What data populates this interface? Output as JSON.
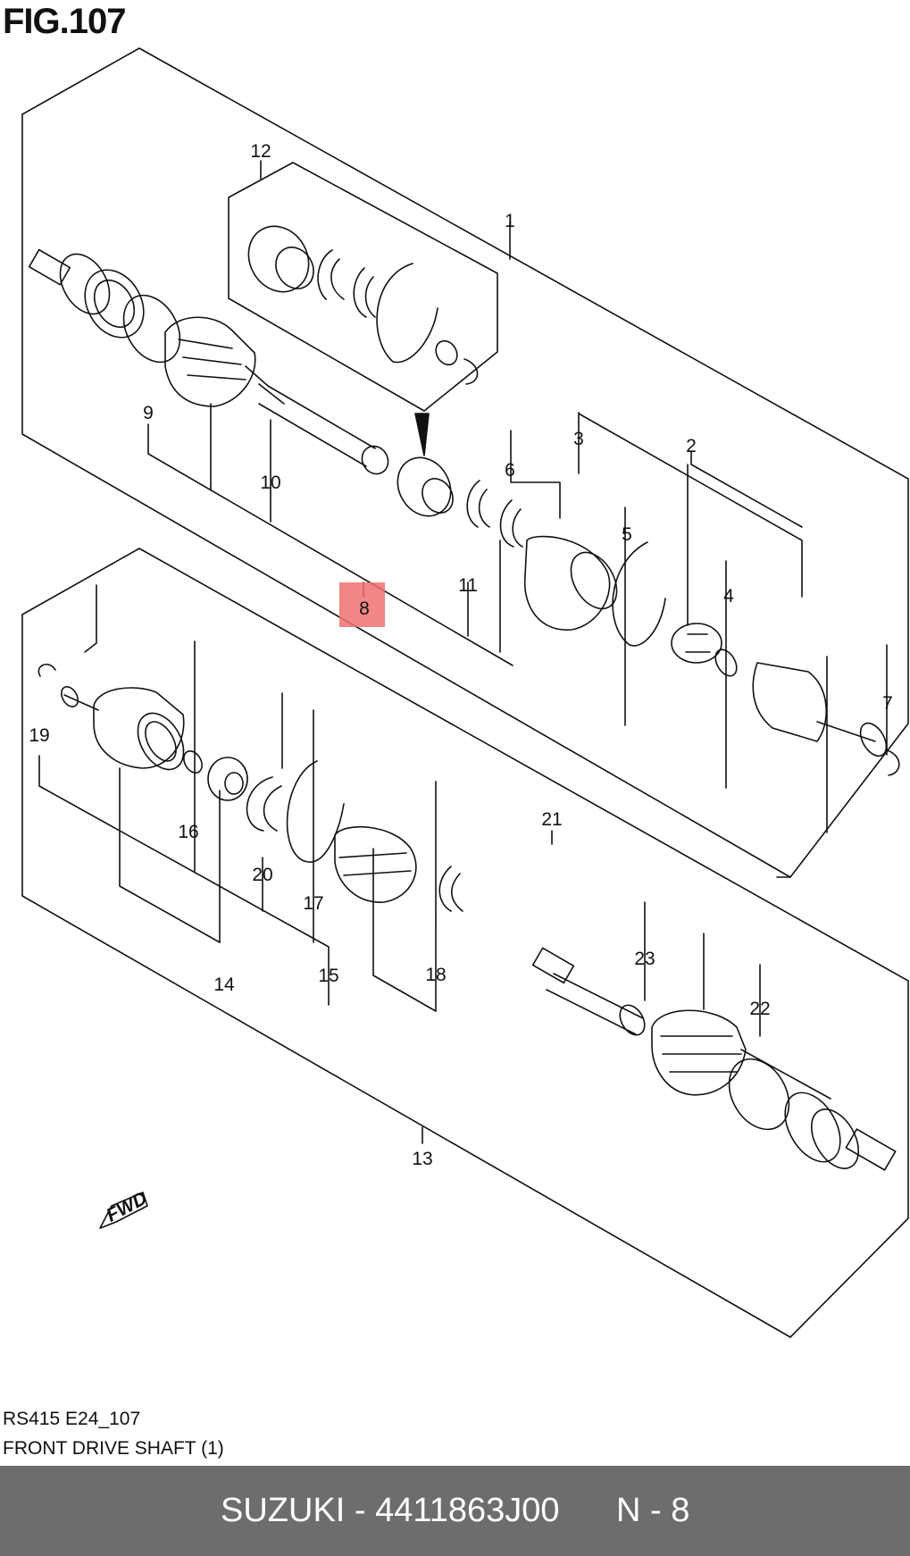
{
  "figure_title": "FIG.107",
  "callouts": [
    {
      "id": "c1",
      "label": "1"
    },
    {
      "id": "c2",
      "label": "2"
    },
    {
      "id": "c3",
      "label": "3"
    },
    {
      "id": "c4",
      "label": "4"
    },
    {
      "id": "c5",
      "label": "5"
    },
    {
      "id": "c6",
      "label": "6"
    },
    {
      "id": "c7",
      "label": "7"
    },
    {
      "id": "c8",
      "label": "8",
      "highlighted": true
    },
    {
      "id": "c9",
      "label": "9"
    },
    {
      "id": "c10",
      "label": "10"
    },
    {
      "id": "c11",
      "label": "11"
    },
    {
      "id": "c12",
      "label": "12"
    },
    {
      "id": "c13",
      "label": "13"
    },
    {
      "id": "c14",
      "label": "14"
    },
    {
      "id": "c15",
      "label": "15"
    },
    {
      "id": "c16",
      "label": "16"
    },
    {
      "id": "c17",
      "label": "17"
    },
    {
      "id": "c18",
      "label": "18"
    },
    {
      "id": "c19",
      "label": "19"
    },
    {
      "id": "c20",
      "label": "20"
    },
    {
      "id": "c21",
      "label": "21"
    },
    {
      "id": "c22",
      "label": "22"
    },
    {
      "id": "c23",
      "label": "23"
    }
  ],
  "highlight_color": "#f07070",
  "direction_badge": "FWD",
  "caption": {
    "code": "RS415 E24_107",
    "name": "FRONT DRIVE SHAFT (1)"
  },
  "footer": {
    "part": "SUZUKI - 4411863J00",
    "page": "N - 8",
    "background": "#6d6d6d"
  }
}
